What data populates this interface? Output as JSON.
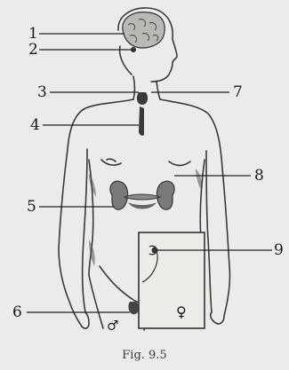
{
  "labels": [
    "1",
    "2",
    "3",
    "4",
    "5",
    "6",
    "7",
    "8",
    "9"
  ],
  "symbols": {
    "male": "♂",
    "female": "♀"
  },
  "caption": "Fig. 9.5"
}
